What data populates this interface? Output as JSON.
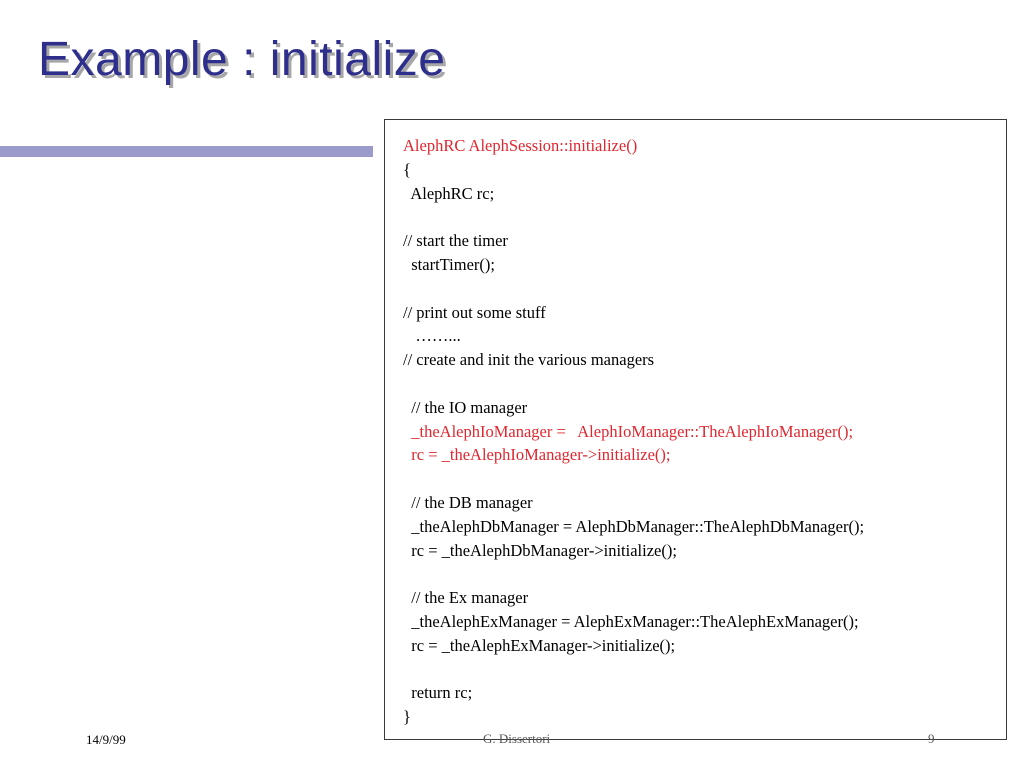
{
  "slide": {
    "title": "Example : initialize",
    "accent_color": "#2e2e8c",
    "bar_color": "#9a9acb"
  },
  "footer": {
    "date": "14/9/99",
    "author": "G. Dissertori",
    "page": "9"
  },
  "code": {
    "highlight_color": "#e0262e",
    "lines": [
      {
        "text": "AlephRC AlephSession::initialize()",
        "highlight": true
      },
      {
        "text": "{",
        "highlight": false
      },
      {
        "text": "  AlephRC rc;",
        "highlight": false
      },
      {
        "text": "",
        "highlight": false
      },
      {
        "text": "// start the timer",
        "highlight": false
      },
      {
        "text": "  startTimer();",
        "highlight": false
      },
      {
        "text": "",
        "highlight": false
      },
      {
        "text": "// print out some stuff",
        "highlight": false
      },
      {
        "text": "   ……...",
        "highlight": false
      },
      {
        "text": "// create and init the various managers",
        "highlight": false
      },
      {
        "text": "",
        "highlight": false
      },
      {
        "text": "  // the IO manager",
        "highlight": false
      },
      {
        "text": "  _theAlephIoManager =   AlephIoManager::TheAlephIoManager();",
        "highlight": true
      },
      {
        "text": "  rc = _theAlephIoManager->initialize();",
        "highlight": true
      },
      {
        "text": "",
        "highlight": false
      },
      {
        "text": "  // the DB manager",
        "highlight": false
      },
      {
        "text": "  _theAlephDbManager = AlephDbManager::TheAlephDbManager();",
        "highlight": false
      },
      {
        "text": "  rc = _theAlephDbManager->initialize();",
        "highlight": false
      },
      {
        "text": "",
        "highlight": false
      },
      {
        "text": "  // the Ex manager",
        "highlight": false
      },
      {
        "text": "  _theAlephExManager = AlephExManager::TheAlephExManager();",
        "highlight": false
      },
      {
        "text": "  rc = _theAlephExManager->initialize();",
        "highlight": false
      },
      {
        "text": "",
        "highlight": false
      },
      {
        "text": "  return rc;",
        "highlight": false
      },
      {
        "text": "}",
        "highlight": false
      }
    ]
  }
}
